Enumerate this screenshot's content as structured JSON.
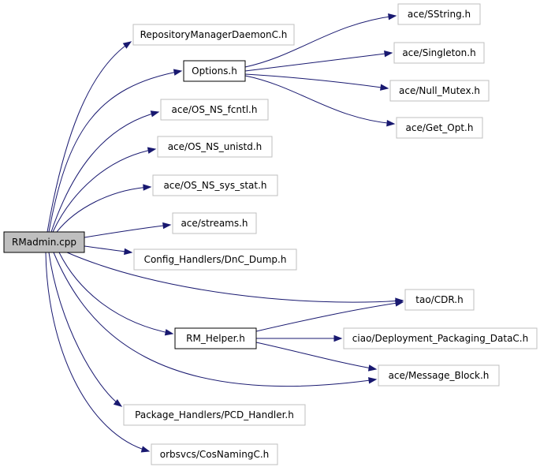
{
  "colors": {
    "edge": "#191970",
    "node_border_default": "#bfbfbf",
    "node_border_focus": "#000000",
    "node_fill_focus": "#bfbfbf",
    "node_fill_default": "#ffffff"
  },
  "nodes": [
    {
      "id": "rmadmin",
      "label": "RMadmin.cpp",
      "style": "root"
    },
    {
      "id": "repomgr",
      "label": "RepositoryManagerDaemonC.h",
      "style": "leaf"
    },
    {
      "id": "options",
      "label": "Options.h",
      "style": "internal"
    },
    {
      "id": "sstring",
      "label": "ace/SString.h",
      "style": "leaf"
    },
    {
      "id": "singleton",
      "label": "ace/Singleton.h",
      "style": "leaf"
    },
    {
      "id": "nullmutex",
      "label": "ace/Null_Mutex.h",
      "style": "leaf"
    },
    {
      "id": "getopt",
      "label": "ace/Get_Opt.h",
      "style": "leaf"
    },
    {
      "id": "fcntl",
      "label": "ace/OS_NS_fcntl.h",
      "style": "leaf"
    },
    {
      "id": "unistd",
      "label": "ace/OS_NS_unistd.h",
      "style": "leaf"
    },
    {
      "id": "sysstat",
      "label": "ace/OS_NS_sys_stat.h",
      "style": "leaf"
    },
    {
      "id": "streams",
      "label": "ace/streams.h",
      "style": "leaf"
    },
    {
      "id": "dncdump",
      "label": "Config_Handlers/DnC_Dump.h",
      "style": "leaf"
    },
    {
      "id": "cdr",
      "label": "tao/CDR.h",
      "style": "leaf"
    },
    {
      "id": "rmhelper",
      "label": "RM_Helper.h",
      "style": "internal"
    },
    {
      "id": "deploy",
      "label": "ciao/Deployment_Packaging_DataC.h",
      "style": "leaf"
    },
    {
      "id": "msgblock",
      "label": "ace/Message_Block.h",
      "style": "leaf"
    },
    {
      "id": "pcd",
      "label": "Package_Handlers/PCD_Handler.h",
      "style": "leaf"
    },
    {
      "id": "cosnaming",
      "label": "orbsvcs/CosNamingC.h",
      "style": "leaf"
    }
  ],
  "edges": [
    {
      "from": "rmadmin",
      "to": "repomgr"
    },
    {
      "from": "rmadmin",
      "to": "options"
    },
    {
      "from": "rmadmin",
      "to": "fcntl"
    },
    {
      "from": "rmadmin",
      "to": "unistd"
    },
    {
      "from": "rmadmin",
      "to": "sysstat"
    },
    {
      "from": "rmadmin",
      "to": "streams"
    },
    {
      "from": "rmadmin",
      "to": "dncdump"
    },
    {
      "from": "rmadmin",
      "to": "cdr"
    },
    {
      "from": "rmadmin",
      "to": "rmhelper"
    },
    {
      "from": "rmadmin",
      "to": "msgblock"
    },
    {
      "from": "rmadmin",
      "to": "pcd"
    },
    {
      "from": "rmadmin",
      "to": "cosnaming"
    },
    {
      "from": "options",
      "to": "sstring"
    },
    {
      "from": "options",
      "to": "singleton"
    },
    {
      "from": "options",
      "to": "nullmutex"
    },
    {
      "from": "options",
      "to": "getopt"
    },
    {
      "from": "rmhelper",
      "to": "cdr"
    },
    {
      "from": "rmhelper",
      "to": "deploy"
    },
    {
      "from": "rmhelper",
      "to": "msgblock"
    }
  ]
}
